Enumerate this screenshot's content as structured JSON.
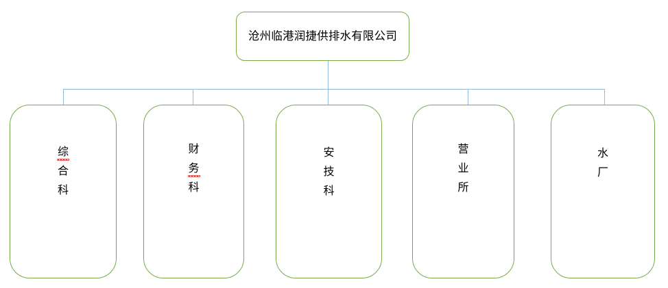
{
  "chart": {
    "type": "org-chart",
    "orientation": "top-down",
    "levels": 2,
    "colors": {
      "node_border": "#76ab4c",
      "node_fill": "#ffffff",
      "connector": "#95b9dd",
      "text": "#000000",
      "spellcheck_underline": "#d92b2b"
    },
    "root": {
      "label": "沧州临港润捷供排水有限公司",
      "text_orientation": "horizontal"
    },
    "children": [
      {
        "label": "综合科",
        "chars": [
          "综",
          "合",
          "科"
        ],
        "text_orientation": "vertical",
        "spellcheck_char_index": 0
      },
      {
        "label": "财务科",
        "chars": [
          "财",
          "务",
          "科"
        ],
        "text_orientation": "vertical",
        "spellcheck_char_index": 1
      },
      {
        "label": "安技科",
        "chars": [
          "安",
          "技",
          "科"
        ],
        "text_orientation": "vertical",
        "spellcheck_char_index": null
      },
      {
        "label": "营业所",
        "chars": [
          "营",
          "业",
          "所"
        ],
        "text_orientation": "vertical",
        "spellcheck_char_index": null
      },
      {
        "label": "水厂",
        "chars": [
          "水",
          "厂"
        ],
        "text_orientation": "vertical",
        "spellcheck_char_index": null
      }
    ]
  }
}
